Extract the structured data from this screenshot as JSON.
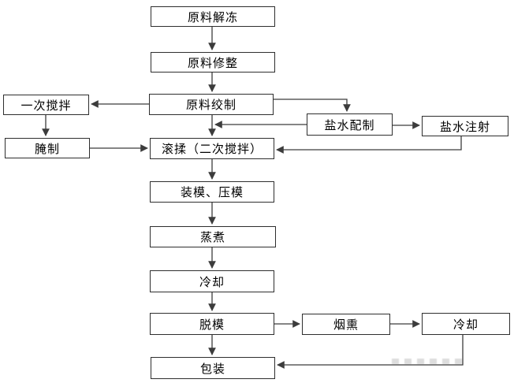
{
  "diagram": {
    "type": "flowchart",
    "language": "zh-CN",
    "background_color": "#ffffff",
    "box_border_color": "#2e2e2e",
    "line_color": "#3c3c3c",
    "text_color": "#000000",
    "nodes": {
      "thaw": {
        "label": "原料解冻"
      },
      "trim": {
        "label": "原料修整"
      },
      "grind": {
        "label": "原料绞制"
      },
      "first_mix": {
        "label": "一次搅拌"
      },
      "cure": {
        "label": "腌制"
      },
      "brine_prep": {
        "label": "盐水配制"
      },
      "brine_inject": {
        "label": "盐水注射"
      },
      "tumble": {
        "label": "滚揉（二次搅拌）"
      },
      "mold_press": {
        "label": "装模、压模"
      },
      "steam": {
        "label": "蒸煮"
      },
      "cool1": {
        "label": "冷却"
      },
      "demold": {
        "label": "脱模"
      },
      "smoke": {
        "label": "烟熏"
      },
      "cool2": {
        "label": "冷却"
      },
      "pack": {
        "label": "包装"
      }
    },
    "edges": [
      {
        "from": "thaw",
        "to": "trim"
      },
      {
        "from": "trim",
        "to": "grind"
      },
      {
        "from": "grind",
        "to": "first_mix"
      },
      {
        "from": "first_mix",
        "to": "cure"
      },
      {
        "from": "cure",
        "to": "tumble"
      },
      {
        "from": "grind",
        "to": "tumble"
      },
      {
        "from": "grind",
        "to": "brine_prep"
      },
      {
        "from": "brine_prep",
        "to": "tumble"
      },
      {
        "from": "brine_prep",
        "to": "brine_inject"
      },
      {
        "from": "brine_inject",
        "to": "tumble"
      },
      {
        "from": "tumble",
        "to": "mold_press"
      },
      {
        "from": "mold_press",
        "to": "steam"
      },
      {
        "from": "steam",
        "to": "cool1"
      },
      {
        "from": "cool1",
        "to": "demold"
      },
      {
        "from": "demold",
        "to": "smoke"
      },
      {
        "from": "smoke",
        "to": "cool2"
      },
      {
        "from": "demold",
        "to": "pack"
      },
      {
        "from": "cool2",
        "to": "pack"
      }
    ]
  }
}
